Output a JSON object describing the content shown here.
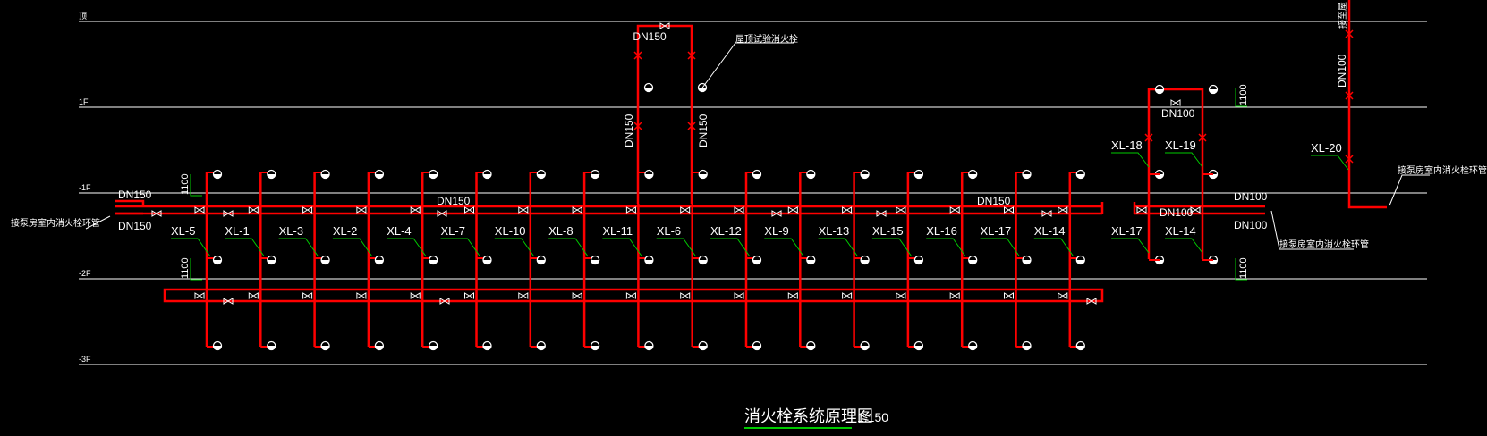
{
  "floors": [
    {
      "label": "顶"
    },
    {
      "label": "1F"
    },
    {
      "label": "-1F"
    },
    {
      "label": "-2F"
    },
    {
      "label": "-3F"
    }
  ],
  "risers": [
    {
      "label": "XL-5"
    },
    {
      "label": "XL-1"
    },
    {
      "label": "XL-3"
    },
    {
      "label": "XL-2"
    },
    {
      "label": "XL-4"
    },
    {
      "label": "XL-7"
    },
    {
      "label": "XL-10"
    },
    {
      "label": "XL-8"
    },
    {
      "label": "XL-11"
    },
    {
      "label": "XL-6"
    },
    {
      "label": "XL-12"
    },
    {
      "label": "XL-9"
    },
    {
      "label": "XL-13"
    },
    {
      "label": "XL-15"
    },
    {
      "label": "XL-16"
    },
    {
      "label": "XL-17"
    },
    {
      "label": "XL-14"
    }
  ],
  "right_risers": [
    {
      "label": "XL-18"
    },
    {
      "label": "XL-19"
    },
    {
      "label": "XL-17"
    },
    {
      "label": "XL-14"
    },
    {
      "label": "XL-20"
    }
  ],
  "pipe_sizes": {
    "top_loop": "DN150",
    "left_main_top": "DN150",
    "left_main_bottom": "DN150",
    "mid_main_left": "DN150",
    "mid_main_right": "DN150",
    "riser_left": "DN150",
    "riser_right": "DN150",
    "right_loop_top": "DN100",
    "right_loop_mid": "DN100",
    "right_out_top": "DN100",
    "right_out_bottom": "DN100",
    "far_riser": "DN100"
  },
  "dimensions": {
    "left_upper": "1100",
    "left_lower": "1100",
    "right_upper": "1100",
    "right_lower": "1100"
  },
  "notes": {
    "roof_hydrant": "屋顶试验消火栓",
    "left_connect": "接泵房室内消火栓环管",
    "right_connect_upper": "接泵房室内消火栓环管",
    "right_connect_lower": "接泵房室内消火栓环管",
    "far_top": "接至屋"
  },
  "title": {
    "text": "消火栓系统原理图",
    "scale": "1:150"
  },
  "colors": {
    "pipe": "#ff0000",
    "text": "#ffffff",
    "leader": "#00cc00",
    "floor_line": "#ffffff",
    "title_underline": "#00cc00"
  }
}
